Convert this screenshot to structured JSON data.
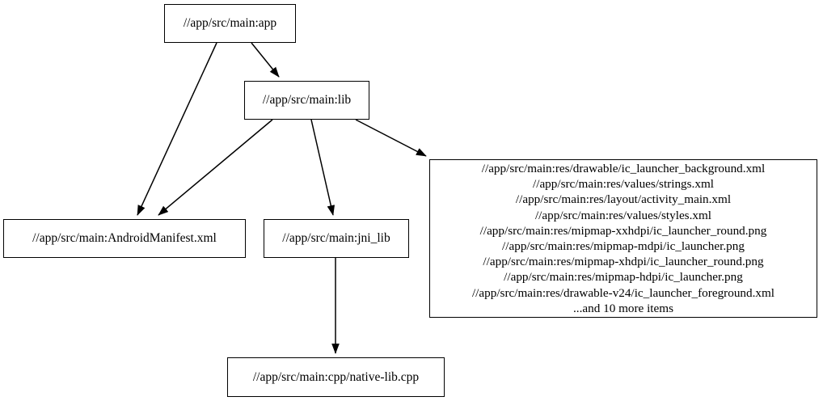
{
  "graph": {
    "type": "directed-dependency-graph",
    "nodes": [
      {
        "id": "app",
        "label": "//app/src/main:app",
        "shape": "box"
      },
      {
        "id": "lib",
        "label": "//app/src/main:lib",
        "shape": "box"
      },
      {
        "id": "manifest",
        "label": "//app/src/main:AndroidManifest.xml",
        "shape": "box"
      },
      {
        "id": "jni_lib",
        "label": "//app/src/main:jni_lib",
        "shape": "box"
      },
      {
        "id": "native_lib",
        "label": "//app/src/main:cpp/native-lib.cpp",
        "shape": "box"
      },
      {
        "id": "resources",
        "shape": "box",
        "label": "//app/src/main:res/drawable/ic_launcher_background.xml\n//app/src/main:res/values/strings.xml\n//app/src/main:res/layout/activity_main.xml\n//app/src/main:res/values/styles.xml\n//app/src/main:res/mipmap-xxhdpi/ic_launcher_round.png\n//app/src/main:res/mipmap-mdpi/ic_launcher.png\n//app/src/main:res/mipmap-xhdpi/ic_launcher_round.png\n//app/src/main:res/mipmap-hdpi/ic_launcher.png\n//app/src/main:res/drawable-v24/ic_launcher_foreground.xml\n...and 10 more items",
        "lines": [
          "//app/src/main:res/drawable/ic_launcher_background.xml",
          "//app/src/main:res/values/strings.xml",
          "//app/src/main:res/layout/activity_main.xml",
          "//app/src/main:res/values/styles.xml",
          "//app/src/main:res/mipmap-xxhdpi/ic_launcher_round.png",
          "//app/src/main:res/mipmap-mdpi/ic_launcher.png",
          "//app/src/main:res/mipmap-xhdpi/ic_launcher_round.png",
          "//app/src/main:res/mipmap-hdpi/ic_launcher.png",
          "//app/src/main:res/drawable-v24/ic_launcher_foreground.xml",
          "...and 10 more items"
        ]
      }
    ],
    "edges": [
      {
        "id": "app-to-manifest",
        "from": "app",
        "to": "manifest"
      },
      {
        "id": "app-to-lib",
        "from": "app",
        "to": "lib"
      },
      {
        "id": "lib-to-manifest",
        "from": "lib",
        "to": "manifest"
      },
      {
        "id": "lib-to-jnilib",
        "from": "lib",
        "to": "jni_lib"
      },
      {
        "id": "lib-to-resources",
        "from": "lib",
        "to": "resources"
      },
      {
        "id": "jnilib-to-nativelib",
        "from": "jni_lib",
        "to": "native_lib"
      }
    ]
  },
  "style": {
    "background": "#ffffff",
    "node_fill": "#ffffff",
    "node_stroke": "#000000",
    "edge_stroke": "#000000",
    "text_color": "#000000"
  }
}
